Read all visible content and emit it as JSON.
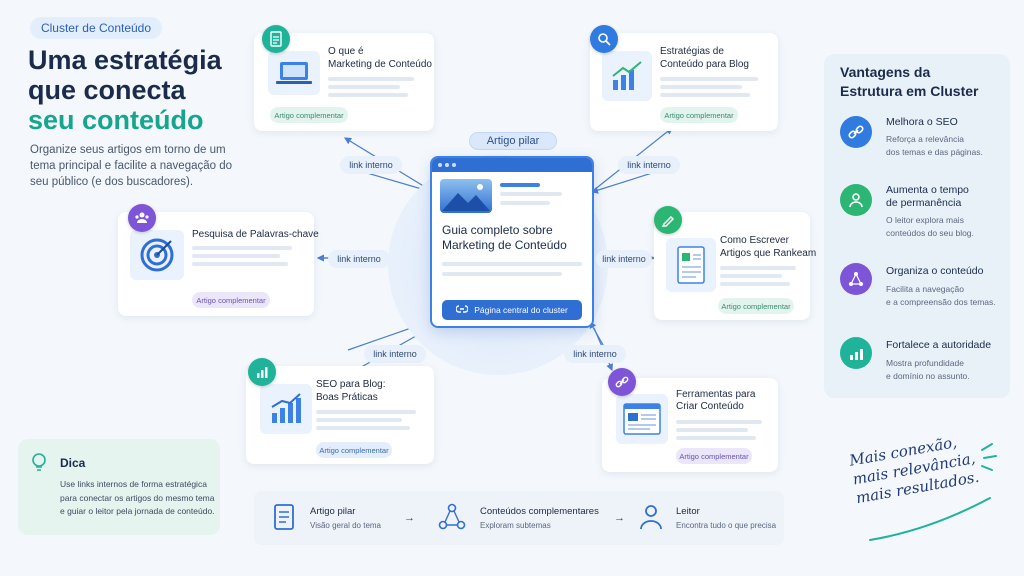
{
  "header": {
    "tag": "Cluster de Conteúdo",
    "title_line1": "Uma estratégia",
    "title_line2": "que conecta",
    "title_line3": "seu conteúdo",
    "intro": "Organize seus artigos em torno de um tema principal e facilite a navegação do seu público (e dos buscadores)."
  },
  "pillar": {
    "tag": "Artigo pilar",
    "title_line1": "Guia completo sobre",
    "title_line2": "Marketing de Conteúdo",
    "cta": "Página central do cluster"
  },
  "link_label": "link interno",
  "cards": {
    "c1": {
      "title_line1": "O que é",
      "title_line2": "Marketing de Conteúdo",
      "pill": "Artigo complementar",
      "icon": "document-icon",
      "color": "#1fb39a"
    },
    "c2": {
      "title_line1": "Estratégias de",
      "title_line2": "Conteúdo para Blog",
      "pill": "Artigo complementar",
      "icon": "search-icon",
      "color": "#2f7be0"
    },
    "c3": {
      "title_line1": "Pesquisa de Palavras-chave",
      "pill": "Artigo complementar",
      "icon": "users-icon",
      "color": "#7d55d6"
    },
    "c4": {
      "title_line1": "Como Escrever",
      "title_line2": "Artigos que Rankeam",
      "pill": "Artigo complementar",
      "icon": "pencil-icon",
      "color": "#2bb673"
    },
    "c5": {
      "title_line1": "SEO para Blog:",
      "title_line2": "Boas Práticas",
      "pill": "Artigo complementar",
      "icon": "chart-icon",
      "color": "#1fb39a"
    },
    "c6": {
      "title_line1": "Ferramentas para",
      "title_line2": "Criar Conteúdo",
      "pill": "Artigo complementar",
      "icon": "link-icon",
      "color": "#7d55d6"
    }
  },
  "advantages": {
    "title_line1": "Vantagens da",
    "title_line2": "Estrutura em Cluster",
    "items": [
      {
        "title": "Melhora o SEO",
        "desc1": "Reforça a relevância",
        "desc2": "dos temas e das páginas.",
        "icon": "link-icon",
        "color": "#2f7be0"
      },
      {
        "title": "Aumenta o tempo",
        "title2": "de permanência",
        "desc1": "O leitor explora mais",
        "desc2": "conteúdos do seu blog.",
        "icon": "user-icon",
        "color": "#2bb673"
      },
      {
        "title": "Organiza o conteúdo",
        "desc1": "Facilita a navegação",
        "desc2": "e a compreensão dos temas.",
        "icon": "network-icon",
        "color": "#7d55d6"
      },
      {
        "title": "Fortalece a autoridade",
        "desc1": "Mostra profundidade",
        "desc2": "e domínio no assunto.",
        "icon": "chart-icon",
        "color": "#1fb39a"
      }
    ]
  },
  "tip": {
    "title": "Dica",
    "line1": "Use links internos de forma estratégica",
    "line2": "para conectar os artigos do mesmo tema",
    "line3": "e guiar o leitor pela jornada de conteúdo."
  },
  "flow": [
    {
      "title": "Artigo pilar",
      "desc": "Visão geral do tema",
      "icon": "document-icon"
    },
    {
      "title": "Conteúdos complementares",
      "desc": "Exploram subtemas",
      "icon": "network-icon"
    },
    {
      "title": "Leitor",
      "desc": "Encontra tudo o que precisa",
      "icon": "user-icon"
    }
  ],
  "handwritten": {
    "line1": "Mais conexão,",
    "line2": "mais relevância,",
    "line3": "mais resultados."
  }
}
